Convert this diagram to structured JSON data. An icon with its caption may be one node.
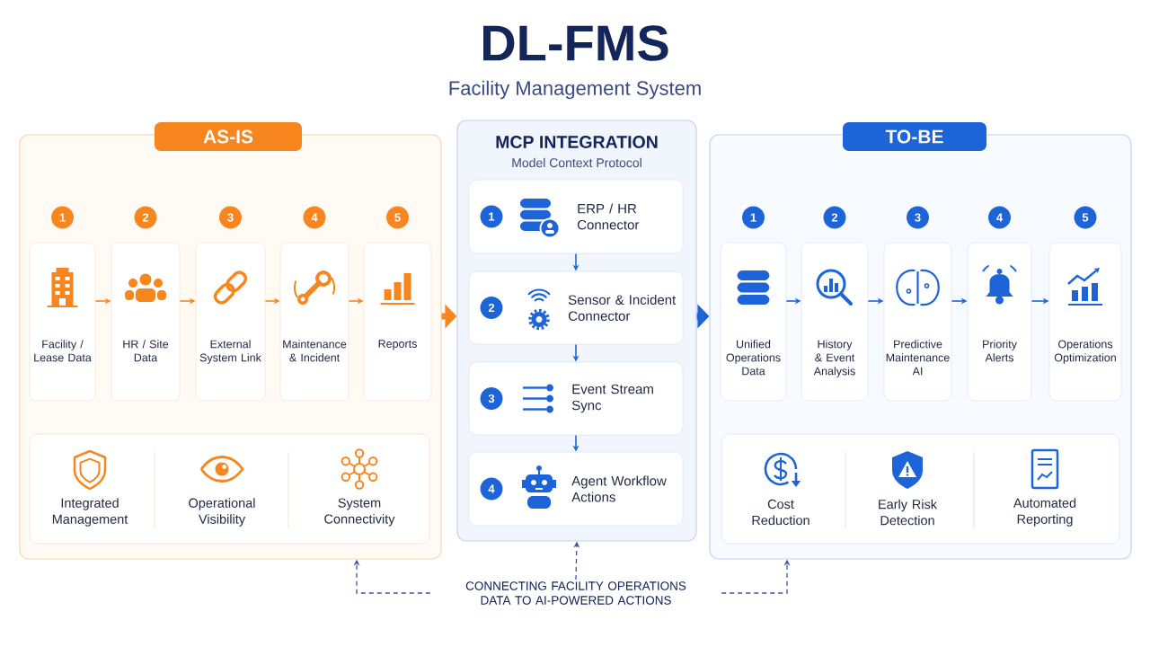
{
  "diagram": {
    "title": "DL-FMS",
    "labels": [
      "Facility Management System"
    ],
    "nodes": [
      {
        "text": [
          "AS-IS"
        ]
      },
      {
        "text": [
          "Facility / Lease Data"
        ],
        "in": 0,
        "beside": [
          "1"
        ]
      },
      {
        "text": [
          "HR / Site Data"
        ],
        "in": 0,
        "beside": [
          "2"
        ]
      },
      {
        "text": [
          "External System Link"
        ],
        "in": 0,
        "beside": [
          "3"
        ]
      },
      {
        "text": [
          "Maintenance & Incident"
        ],
        "in": 0,
        "beside": [
          "4"
        ]
      },
      {
        "text": [
          "Reports"
        ],
        "in": 0,
        "beside": [
          "5"
        ]
      },
      {
        "text": [],
        "shape": "box",
        "in": 0
      },
      {
        "text": [
          "Integrated Management"
        ],
        "in": 6
      },
      {
        "text": [
          "Operational Visibility"
        ],
        "in": 6
      },
      {
        "text": [
          "System Connectivity"
        ],
        "in": 6
      },
      {
        "text": [
          "MCP INTEGRATION",
          "Model Context Protocol"
        ]
      },
      {
        "text": [
          "1",
          "ERP / HR Connector"
        ],
        "in": 10
      },
      {
        "text": [
          "2",
          "Sensor & Incident Connector"
        ],
        "in": 10
      },
      {
        "text": [
          "3",
          "Event Stream Sync"
        ],
        "in": 10
      },
      {
        "text": [
          "4",
          "Agent Workflow Actions"
        ],
        "in": 10
      },
      {
        "text": [
          "TO-BE"
        ]
      },
      {
        "text": [
          "Unified Operations Data"
        ],
        "in": 15,
        "beside": [
          "1"
        ]
      },
      {
        "text": [
          "History & Event Analysis"
        ],
        "in": 15,
        "beside": [
          "2"
        ]
      },
      {
        "text": [
          "Predictive Maintenance AI"
        ],
        "in": 15,
        "beside": [
          "3"
        ]
      },
      {
        "text": [
          "Priority Alerts"
        ],
        "in": 15,
        "beside": [
          "4"
        ]
      },
      {
        "text": [
          "Operations Optimization"
        ],
        "in": 15,
        "beside": [
          "5"
        ]
      },
      {
        "text": [],
        "shape": "box",
        "in": 15
      },
      {
        "text": [
          "Cost Reduction"
        ],
        "in": 21
      },
      {
        "text": [
          "Early Risk Detection"
        ],
        "in": 21
      },
      {
        "text": [
          "Automated Reporting"
        ],
        "in": 21
      },
      {
        "text": [
          "CONNECTING FACILITY OPERATIONS DATA TO AI-POWERED ACTIONS"
        ]
      }
    ],
    "edges": [
      {
        "from": 1,
        "to": 2,
        "arrow": "to",
        "color": "#f7861f"
      },
      {
        "from": 2,
        "to": 3,
        "arrow": "to",
        "color": "#f7861f"
      },
      {
        "from": 3,
        "to": 4,
        "arrow": "to",
        "color": "#f7861f"
      },
      {
        "from": 4,
        "to": 5,
        "arrow": "to",
        "color": "#f7861f"
      },
      {
        "from": 0,
        "to": 10,
        "arrow": "to",
        "style": "thick",
        "color": "#f7861f"
      },
      {
        "from": 11,
        "to": 12,
        "arrow": "to"
      },
      {
        "from": 12,
        "to": 13,
        "arrow": "to"
      },
      {
        "from": 13,
        "to": 14,
        "arrow": "to"
      },
      {
        "from": 10,
        "to": 15,
        "arrow": "to",
        "style": "thick"
      },
      {
        "from": 16,
        "to": 17,
        "arrow": "to"
      },
      {
        "from": 17,
        "to": 18,
        "arrow": "to"
      },
      {
        "from": 18,
        "to": 19,
        "arrow": "to"
      },
      {
        "from": 19,
        "to": 20,
        "arrow": "to"
      },
      {
        "from": 25,
        "to": 0,
        "arrow": "to",
        "style": "dashed",
        "color": "#3b55a3"
      },
      {
        "from": 25,
        "to": 10,
        "arrow": "to",
        "style": "dashed",
        "color": "#3b55a3"
      },
      {
        "from": 25,
        "to": 15,
        "arrow": "to",
        "style": "dashed",
        "color": "#3b55a3"
      }
    ]
  }
}
